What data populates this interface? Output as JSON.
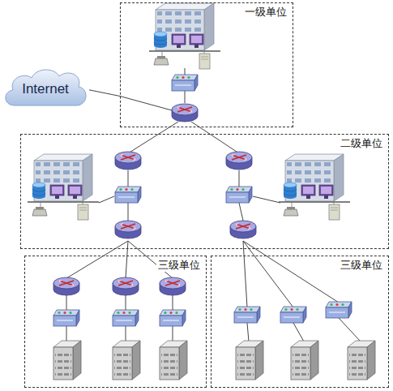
{
  "diagram": {
    "nodes": [
      {
        "text": [
          "Internet"
        ]
      },
      {
        "text": [
          "一级单位"
        ]
      },
      {
        "text": [
          "二级单位"
        ]
      },
      {
        "text": [
          "三级单位"
        ]
      },
      {
        "text": [
          "三级单位"
        ]
      }
    ],
    "edges": [
      {
        "from": 0,
        "to": 1,
        "arrow": "none"
      }
    ]
  }
}
